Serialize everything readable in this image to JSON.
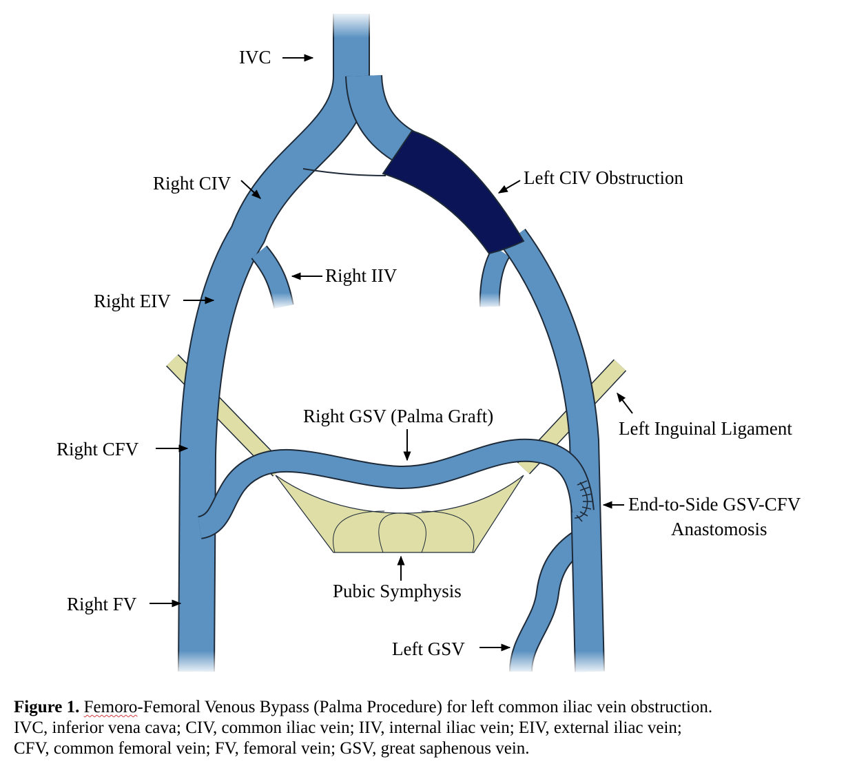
{
  "labels": {
    "ivc": "IVC",
    "right_civ": "Right CIV",
    "left_civ_obstruction": "Left CIV Obstruction",
    "right_iiv": "Right IIV",
    "right_eiv": "Right EIV",
    "right_gsv_graft": "Right GSV (Palma Graft)",
    "left_inguinal_ligament": "Left Inguinal Ligament",
    "right_cfv": "Right CFV",
    "anastomosis_line1": "End-to-Side GSV-CFV",
    "anastomosis_line2": "Anastomosis",
    "pubic_symphysis": "Pubic Symphysis",
    "right_fv": "Right FV",
    "left_gsv": "Left GSV"
  },
  "caption": {
    "figure_label": "Figure 1.",
    "title_word_flagged": "Femoro",
    "title_rest": "-Femoral Venous Bypass (Palma Procedure) for left common iliac vein obstruction.",
    "line2": "IVC, inferior vena cava; CIV, common iliac vein; IIV, internal iliac vein; EIV, external iliac vein;",
    "line3": "CFV, common femoral vein; FV, femoral vein; GSV, great saphenous vein."
  },
  "colors": {
    "vein": "#5b92c2",
    "obstruction": "#0a1456",
    "ligament": "#dedea6",
    "outline": "#1e2a38",
    "spellcheck_underline": "#d23a3a"
  }
}
